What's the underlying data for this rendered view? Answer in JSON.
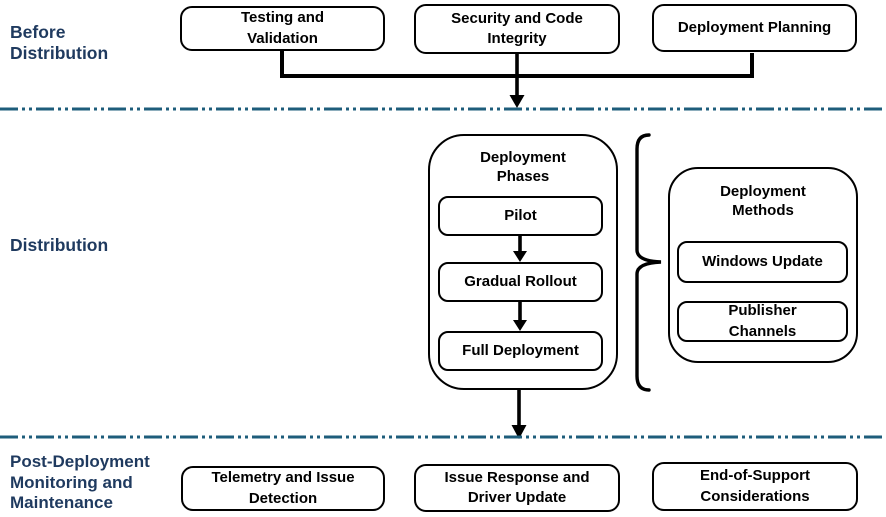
{
  "diagram": {
    "title_semantic": "Driver deployment lifecycle flowchart",
    "stages": [
      {
        "label": "Before\nDistribution",
        "boxes": [
          "Testing and\nValidation",
          "Security and Code\nIntegrity",
          "Deployment Planning"
        ]
      },
      {
        "label": "Distribution",
        "phases": {
          "title": "Deployment\nPhases",
          "steps": [
            "Pilot",
            "Gradual Rollout",
            "Full Deployment"
          ]
        },
        "methods": {
          "title": "Deployment\nMethods",
          "items": [
            "Windows Update",
            "Publisher\nChannels"
          ]
        }
      },
      {
        "label": "Post-Deployment\nMonitoring and\nMaintenance",
        "boxes": [
          "Telemetry and Issue\nDetection",
          "Issue Response and\nDriver Update",
          "End-of-Support\nConsiderations"
        ]
      }
    ],
    "colors": {
      "stage_label": "#1F3A5F",
      "divider": "#1E5D7B",
      "box_border": "#000000",
      "box_text": "#000000",
      "connector": "#000000"
    }
  }
}
